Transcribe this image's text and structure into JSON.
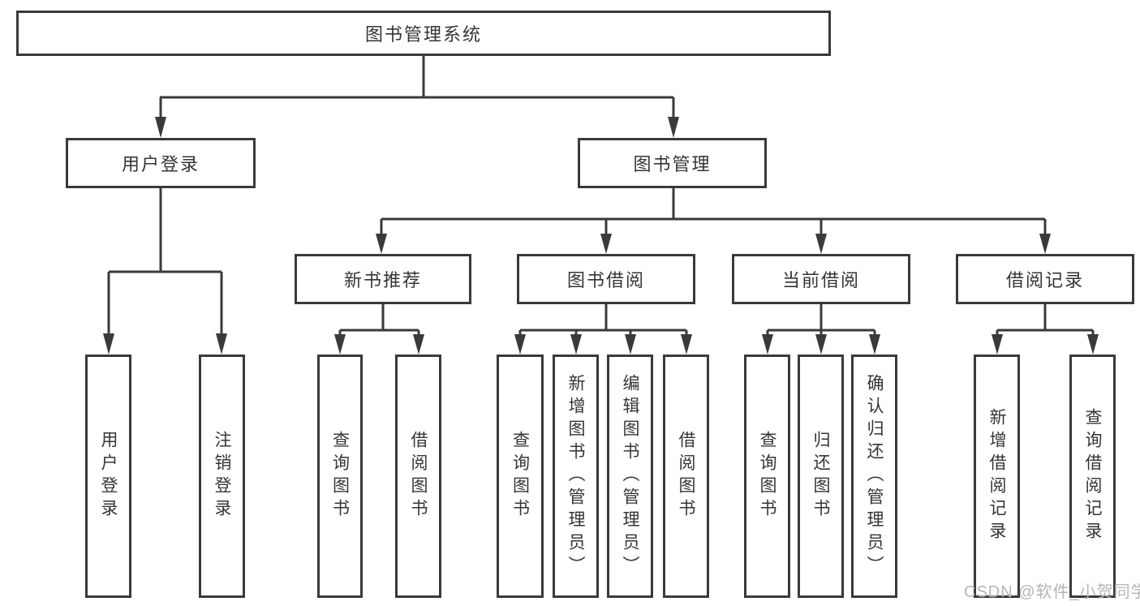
{
  "diagram": {
    "title": "图书管理系统",
    "type": "hierarchy-structure-diagram",
    "watermark": "CSDN @软件_小贺同学",
    "colors": {
      "background": "#ffffff",
      "line": "#3a3a3a",
      "box_border": "#3a3a3a",
      "box_fill": "#ffffff",
      "text": "#353535",
      "watermark": "#b5b5b5"
    },
    "tree": {
      "label": "图书管理系统",
      "children": [
        {
          "label": "用户登录",
          "children": [
            {
              "label": "用户登录"
            },
            {
              "label": "注销登录"
            }
          ]
        },
        {
          "label": "图书管理",
          "children": [
            {
              "label": "新书推荐",
              "children": [
                {
                  "label": "查询图书"
                },
                {
                  "label": "借阅图书"
                }
              ]
            },
            {
              "label": "图书借阅",
              "children": [
                {
                  "label": "查询图书"
                },
                {
                  "label": "新增图书（管理员）"
                },
                {
                  "label": "编辑图书（管理员）"
                },
                {
                  "label": "借阅图书"
                }
              ]
            },
            {
              "label": "当前借阅",
              "children": [
                {
                  "label": "查询图书"
                },
                {
                  "label": "归还图书"
                },
                {
                  "label": "确认归还（管理员）"
                }
              ]
            },
            {
              "label": "借阅记录",
              "children": [
                {
                  "label": "新增借阅记录"
                },
                {
                  "label": "查询借阅记录"
                }
              ]
            }
          ]
        }
      ]
    }
  }
}
